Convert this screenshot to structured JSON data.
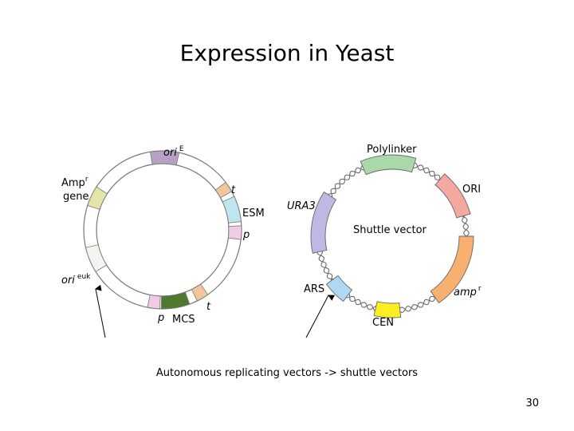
{
  "slide": {
    "title": "Expression in Yeast",
    "caption": "Autonomous replicating vectors -> shuttle vectors",
    "page_number": "30"
  },
  "left_plasmid": {
    "labels": {
      "ori_e": "ori",
      "ori_e_sup": "E",
      "amp": "Amp",
      "amp_sup": "r",
      "gene": "gene",
      "t_top": "t",
      "esm": "ESM",
      "p_right": "p",
      "ori_euk": "ori",
      "ori_euk_sup": "euk",
      "p_bottom": "p",
      "mcs": "MCS",
      "t_bottom": "t"
    },
    "colors": {
      "ori_e": "#b8a0c4",
      "amp": "#e6e3a6",
      "t": "#f2c69a",
      "esm": "#bfe6ee",
      "p": "#f0cbe8",
      "mcs": "#4f7a2e",
      "ori_euk": "#f3f3ef"
    }
  },
  "right_plasmid": {
    "labels": {
      "polylinker": "Polylinker",
      "ori": "ORI",
      "ura3": "URA3",
      "center": "Shuttle vector",
      "amp": "amp",
      "amp_sup": "r",
      "ars": "ARS",
      "cen": "CEN"
    },
    "colors": {
      "polylinker": "#a9d9a9",
      "ori": "#f4a8a0",
      "ura3": "#bdb9e3",
      "amp": "#f8b070",
      "ars": "#aed8f3",
      "cen": "#fcee21"
    }
  }
}
